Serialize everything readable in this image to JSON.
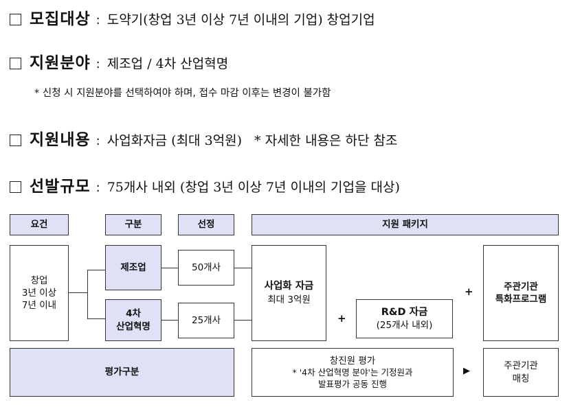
{
  "items": [
    {
      "label": "모집대상",
      "desc": "도약기(창업 3년 이상 7년 이내의 기업) 창업기업"
    },
    {
      "label": "지원분야",
      "desc": "제조업 / 4차 산업혁명"
    },
    {
      "label": "지원내용",
      "desc": "사업화자금 (최대 3억원)",
      "desc_note": "* 자세한 내용은 하단 참조"
    },
    {
      "label": "선발규모",
      "desc": "75개사 내외 (창업 3년 이상 7년 이내의 기업을 대상)"
    }
  ],
  "note": "* 신청 시 지원분야를 선택하여야 하며, 접수 마감 이후는 변경이 불가함",
  "diagram": {
    "headers": {
      "req": "요건",
      "cat": "구분",
      "sel": "선정",
      "pkg": "지원 패키지"
    },
    "req": [
      "창업",
      "3년 이상",
      "7년 이내"
    ],
    "cat1": "제조업",
    "cat2": [
      "4차",
      "산업혁명"
    ],
    "sel1": "50개사",
    "sel2": "25개사",
    "fund": {
      "title": "사업화 자금",
      "sub": "최대 3억원"
    },
    "rnd": {
      "title": "R&D 자금",
      "sub": "(25개사 내외)"
    },
    "special": [
      "주관기관",
      "특화프로그램"
    ],
    "plus": "+",
    "eval_label": "평가구분",
    "eval": [
      "창진원 평가",
      "* '4차 산업혁명 분야'는 기정원과",
      "발표평가 공동 진행"
    ],
    "arrow": "▶",
    "match": [
      "주관기관",
      "매칭"
    ]
  }
}
